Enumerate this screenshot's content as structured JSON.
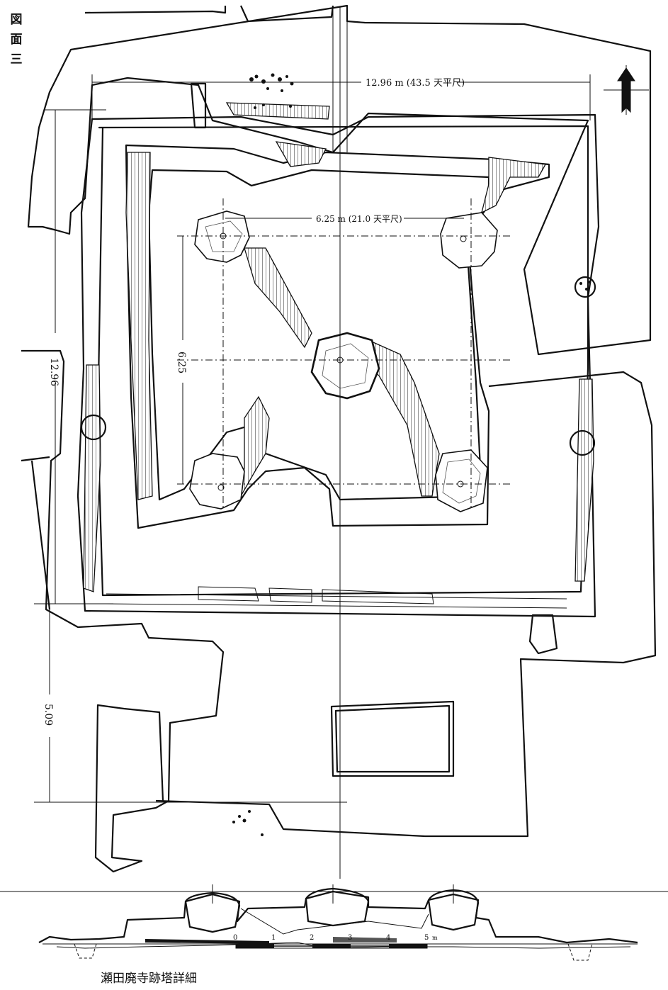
{
  "figure_label": [
    "図",
    "面",
    "三"
  ],
  "caption": "瀬田廃寺跡塔詳細",
  "dimensions": {
    "top_width": "12.96 m (43.5 天平尺)",
    "pillar_span": "6.25 m (21.0 天平尺)",
    "left_height": "12.96",
    "pillar_height": "6.25",
    "lower_height": "5.09"
  },
  "north_arrow": {
    "icon": "north-arrow-icon"
  },
  "scale_bar": {
    "ticks": [
      "0",
      "1",
      "2",
      "3",
      "4",
      "5"
    ],
    "unit": "m"
  }
}
